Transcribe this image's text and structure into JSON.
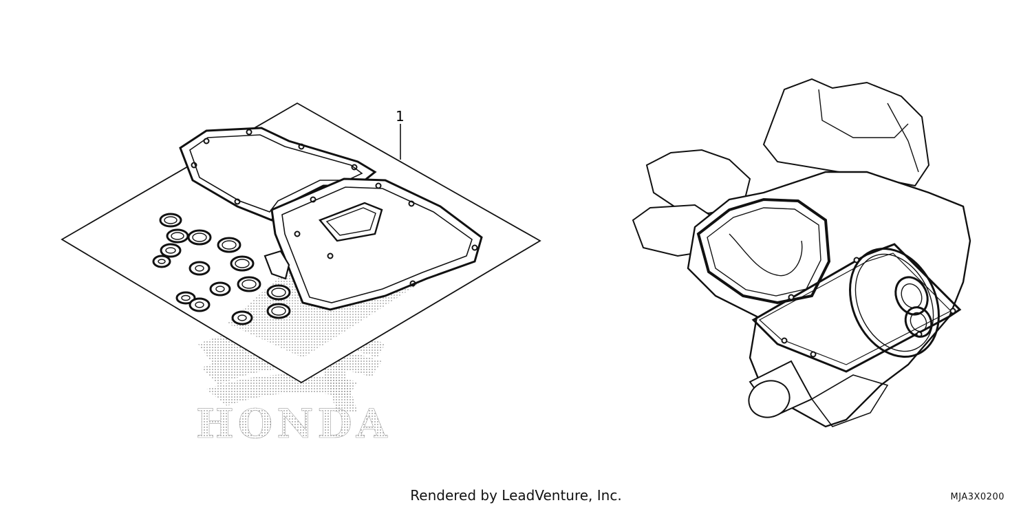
{
  "callout": {
    "number": "1"
  },
  "logo": {
    "text": "HONDA"
  },
  "footer": {
    "credit": "Rendered by LeadVenture, Inc.",
    "code": "MJA3X0200"
  },
  "colors": {
    "line": "#111111",
    "halftone": "#9a9a9a",
    "background": "#ffffff"
  }
}
